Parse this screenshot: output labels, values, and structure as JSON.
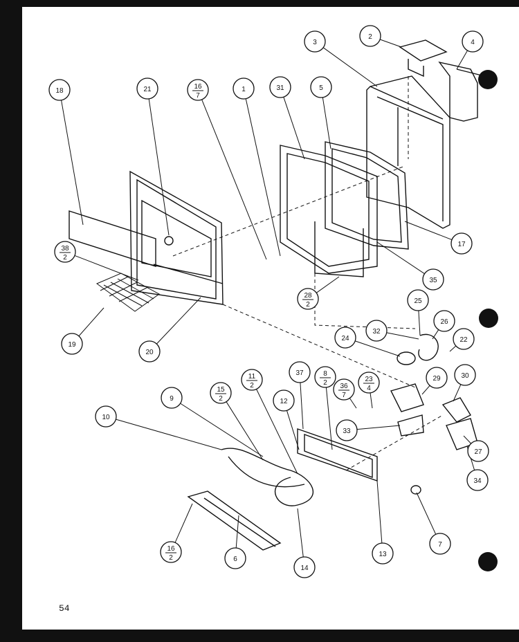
{
  "page_number": "54",
  "ink_color": "#111111",
  "paper_color": "#ffffff",
  "callouts": [
    {
      "id": "c1",
      "label": "1"
    },
    {
      "id": "c2",
      "label": "2"
    },
    {
      "id": "c3",
      "label": "3"
    },
    {
      "id": "c4",
      "label": "4"
    },
    {
      "id": "c5",
      "label": "5"
    },
    {
      "id": "c6",
      "label": "6"
    },
    {
      "id": "c7",
      "label": "7"
    },
    {
      "id": "c9",
      "label": "9"
    },
    {
      "id": "c10",
      "label": "10"
    },
    {
      "id": "c12",
      "label": "12"
    },
    {
      "id": "c13",
      "label": "13"
    },
    {
      "id": "c14",
      "label": "14"
    },
    {
      "id": "c17",
      "label": "17"
    },
    {
      "id": "c18",
      "label": "18"
    },
    {
      "id": "c19",
      "label": "19"
    },
    {
      "id": "c20",
      "label": "20"
    },
    {
      "id": "c21",
      "label": "21"
    },
    {
      "id": "c22",
      "label": "22"
    },
    {
      "id": "c24",
      "label": "24"
    },
    {
      "id": "c25",
      "label": "25"
    },
    {
      "id": "c26",
      "label": "26"
    },
    {
      "id": "c27",
      "label": "27"
    },
    {
      "id": "c29",
      "label": "29"
    },
    {
      "id": "c30",
      "label": "30"
    },
    {
      "id": "c31",
      "label": "31"
    },
    {
      "id": "c32",
      "label": "32"
    },
    {
      "id": "c33",
      "label": "33"
    },
    {
      "id": "c34",
      "label": "34"
    },
    {
      "id": "c35",
      "label": "35"
    },
    {
      "id": "c37",
      "label": "37"
    },
    {
      "id": "f16_7",
      "num": "16",
      "den": "7"
    },
    {
      "id": "f38_2",
      "num": "38",
      "den": "2"
    },
    {
      "id": "f28_2",
      "num": "28",
      "den": "2"
    },
    {
      "id": "f15_2",
      "num": "15",
      "den": "2"
    },
    {
      "id": "f11_2",
      "num": "11",
      "den": "2"
    },
    {
      "id": "f8_2",
      "num": "8",
      "den": "2"
    },
    {
      "id": "f36_7",
      "num": "36",
      "den": "7"
    },
    {
      "id": "f23_4",
      "num": "23",
      "den": "4"
    },
    {
      "id": "f16_2",
      "num": "16",
      "den": "2"
    }
  ]
}
